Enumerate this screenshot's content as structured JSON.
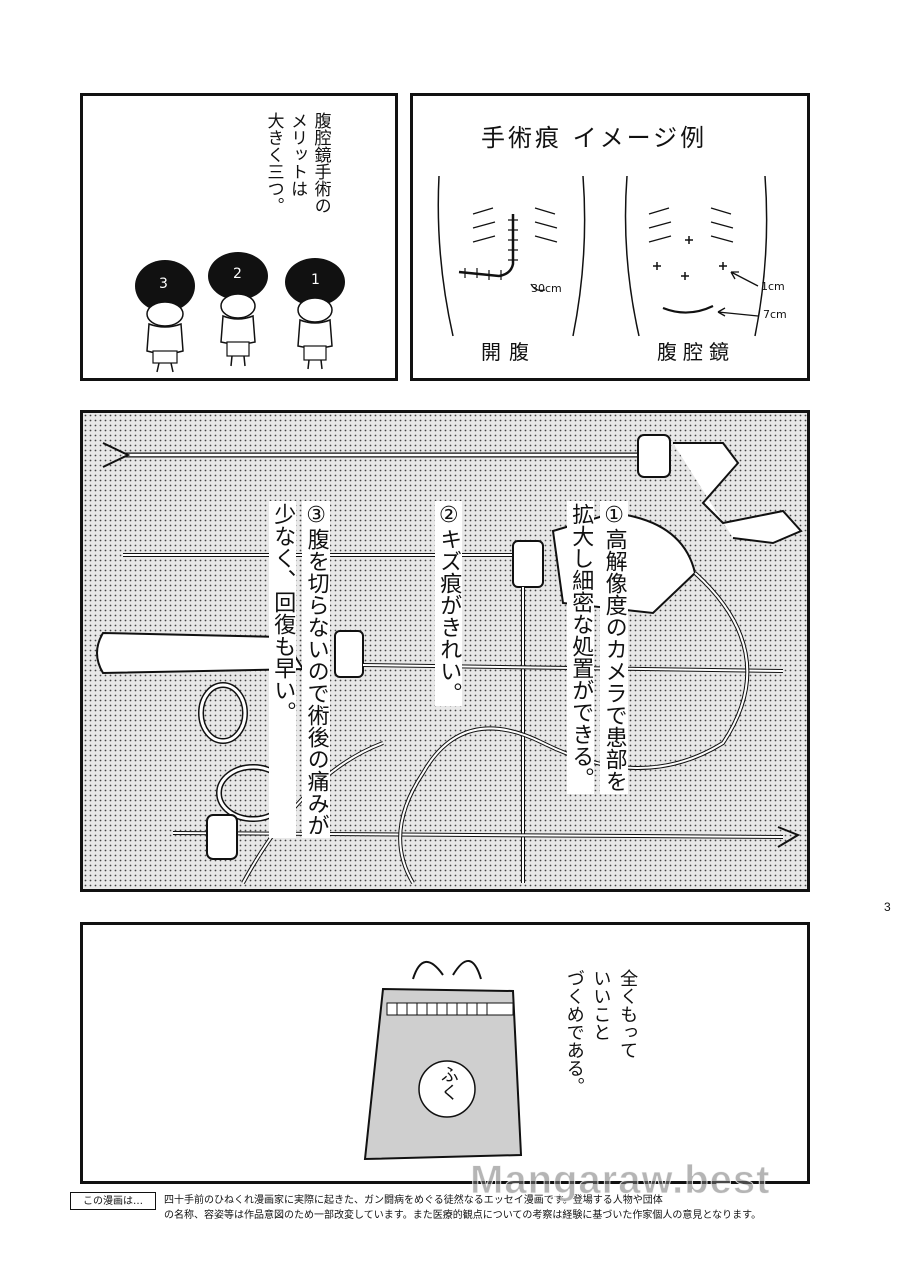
{
  "panel1": {
    "narration": [
      "腹腔鏡手術の",
      "メリットは",
      "大きく三つ。"
    ],
    "children_numbers": [
      "3",
      "2",
      "1"
    ]
  },
  "panel2": {
    "title": "手術痕 イメージ例",
    "left_caption": "開腹",
    "right_caption": "腹腔鏡",
    "label_30cm": "30cm",
    "label_1cm": "1cm",
    "label_7cm": "7cm"
  },
  "panel3": {
    "point1": [
      "①高解像度のカメラで患部を",
      "拡大し細密な処置ができる。"
    ],
    "point2": [
      "②キズ痕がきれい。"
    ],
    "point3": [
      "③腹を切らないので術後の痛みが",
      "少なく、回復も早い。"
    ]
  },
  "page_number": "3",
  "panel4": {
    "narration": [
      "全くもって",
      "いいこと",
      "づくめである。"
    ],
    "bag_label": "ふく"
  },
  "footer": {
    "label": "この漫画は…",
    "line1": "四十手前のひねくれ漫画家に実際に起きた、ガン闘病をめぐる徒然なるエッセイ漫画です。登場する人物や団体",
    "line2": "の名称、容姿等は作品意図のため一部改変しています。また医療的観点についての考察は経験に基づいた作家個人の意見となります。"
  },
  "watermark": "Mangaraw.best"
}
